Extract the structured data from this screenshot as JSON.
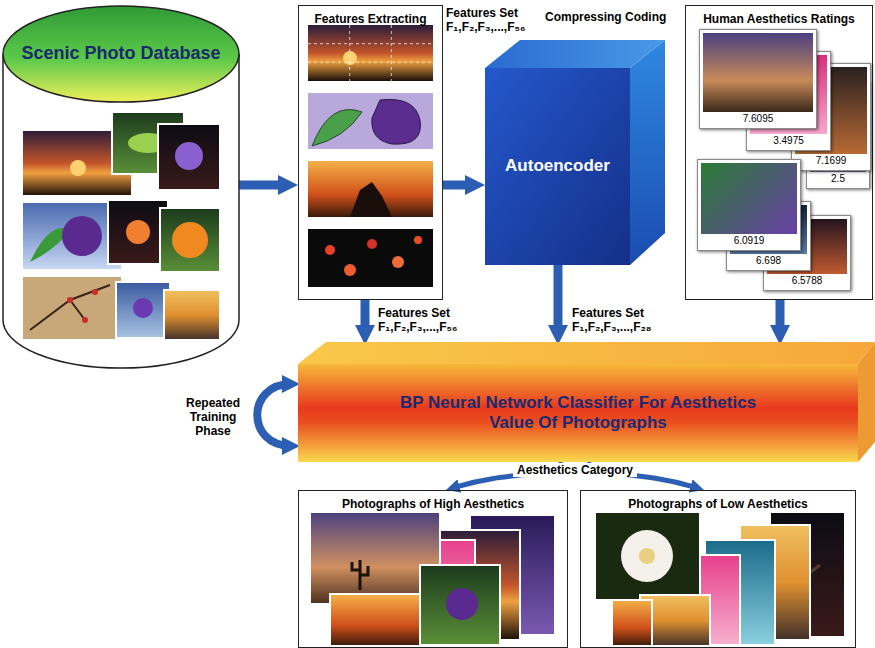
{
  "diagram": {
    "nodes": [
      {
        "text": [
          "Scenic Photo Database"
        ]
      },
      {
        "text": [
          "Features Extracting"
        ]
      },
      {
        "text": [
          "Autoencoder"
        ]
      },
      {
        "text": [
          "Human Aesthetics Ratings"
        ]
      },
      {
        "text": [
          "7.6095"
        ],
        "in": 3
      },
      {
        "text": [
          "3.4975"
        ],
        "in": 3
      },
      {
        "text": [
          "7.1699"
        ],
        "in": 3
      },
      {
        "text": [
          "2.5"
        ],
        "in": 3
      },
      {
        "text": [
          "6.0919"
        ],
        "in": 3
      },
      {
        "text": [
          "6.698"
        ],
        "in": 3
      },
      {
        "text": [
          "6.5788"
        ],
        "in": 3
      },
      {
        "text": [
          "BP Neural Network Classifier For Aesthetics Value Of Photographs"
        ]
      },
      {
        "text": [
          "Photographs of High Aesthetics"
        ]
      },
      {
        "text": [
          "Photographs of Low Aesthetics"
        ]
      }
    ],
    "edges": [
      {
        "from": 0,
        "to": 1,
        "arrow": "to"
      },
      {
        "from": 1,
        "to": 2,
        "arrow": "to",
        "label": "Features Set F₁,F₂,F₃,...,F₅₆"
      },
      {
        "from": 1,
        "to": 11,
        "arrow": "to",
        "label": "Features Set F₁,F₂,F₃,...,F₅₆"
      },
      {
        "from": 2,
        "to": 11,
        "arrow": "to",
        "label": "Features Set F₁,F₂,F₃,...,F₂₈"
      },
      {
        "from": 3,
        "to": 11,
        "arrow": "to"
      },
      {
        "from": 11,
        "to": 12,
        "arrow": "to"
      },
      {
        "from": 11,
        "to": 13,
        "arrow": "to"
      }
    ],
    "labels": [
      "Compressing Coding",
      "Repeated Training Phase",
      "Aesthetics Category"
    ]
  }
}
